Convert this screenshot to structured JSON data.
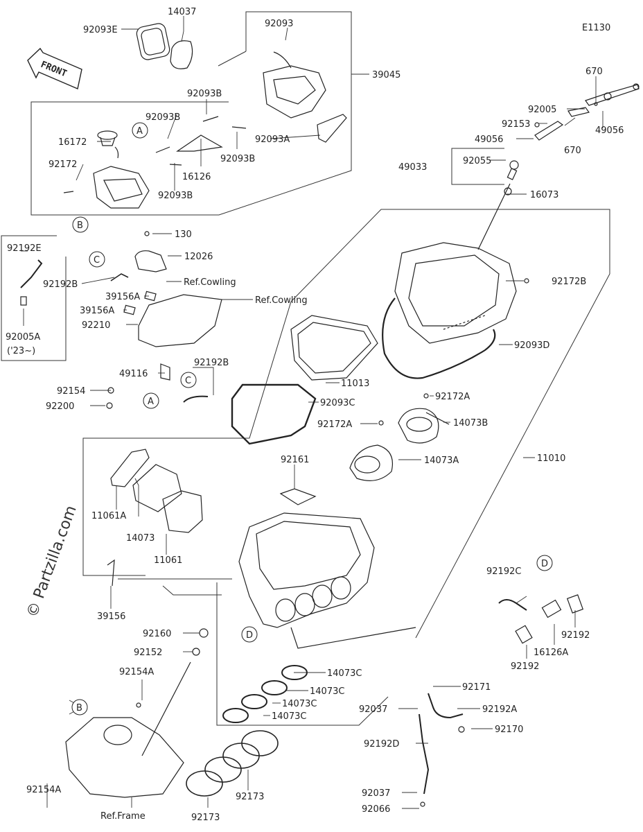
{
  "diagram_code": "E1130",
  "front_label": "FRONT",
  "watermark": "© Partzilla.com",
  "callouts": {
    "A": "A",
    "B": "B",
    "C": "C",
    "D": "D"
  },
  "parts": {
    "p92093E": "92093E",
    "p14037": "14037",
    "p92093": "92093",
    "p39045": "39045",
    "p92093B_a": "92093B",
    "p92093B_b": "92093B",
    "p92093B_c": "92093B",
    "p92093B_d": "92093B",
    "p16172": "16172",
    "p16126": "16126",
    "p92093A": "92093A",
    "p92172": "92172",
    "p670_a": "670",
    "p670_b": "670",
    "p92005": "92005",
    "p49056_a": "49056",
    "p49056_b": "49056",
    "p92153": "92153",
    "p49033": "49033",
    "p92055": "92055",
    "p16073": "16073",
    "p130": "130",
    "p12026": "12026",
    "p92192E": "92192E",
    "p92192B_a": "92192B",
    "p92192B_b": "92192B",
    "ref_cowling_a": "Ref.Cowling",
    "ref_cowling_b": "Ref.Cowling",
    "p39156A_a": "39156A",
    "p39156A_b": "39156A",
    "p92210": "92210",
    "p92005A": "92005A",
    "p92005A_year": "('23~)",
    "p49116": "49116",
    "p92154": "92154",
    "p92200": "92200",
    "p92172B": "92172B",
    "p92093D": "92093D",
    "p11013": "11013",
    "p92093C": "92093C",
    "p92172A_a": "92172A",
    "p92172A_b": "92172A",
    "p14073B": "14073B",
    "p14073A": "14073A",
    "p11010": "11010",
    "p92161": "92161",
    "p11061A": "11061A",
    "p14073": "14073",
    "p11061": "11061",
    "p39156": "39156",
    "p92192C": "92192C",
    "p92192_a": "92192",
    "p92192_b": "92192",
    "p16126A": "16126A",
    "p92160": "92160",
    "p92152": "92152",
    "p14073C_a": "14073C",
    "p14073C_b": "14073C",
    "p14073C_c": "14073C",
    "p14073C_d": "14073C",
    "p92171": "92171",
    "p92037_a": "92037",
    "p92037_b": "92037",
    "p92192A": "92192A",
    "p92170": "92170",
    "p92154A_a": "92154A",
    "p92154A_b": "92154A",
    "p92192D": "92192D",
    "p92066": "92066",
    "p92173_a": "92173",
    "p92173_b": "92173",
    "ref_frame": "Ref.Frame"
  }
}
